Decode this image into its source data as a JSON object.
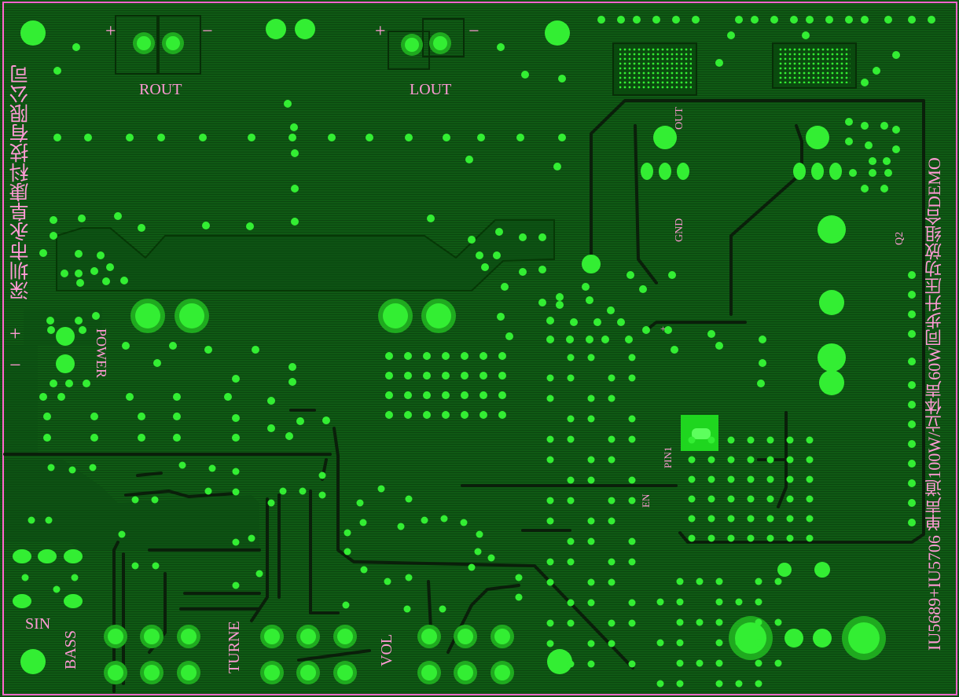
{
  "board": {
    "labels": {
      "rout": "ROUT",
      "lout": "LOUT",
      "power": "POWER",
      "sin": "SIN",
      "bass": "BASS",
      "turne": "TURNE",
      "vol": "VOL",
      "out": "OUT",
      "gnd": "GND",
      "q2": "Q2",
      "pin1": "PIN1",
      "en": "EN",
      "plus": "+",
      "minus": "−",
      "plus_small": "+"
    },
    "titles": {
      "company": "深圳市永阜康科技有限公司",
      "product": "IU5689+IU5706 单声道100W/立体声60W同步升压功放组合DEMO"
    },
    "colors": {
      "copper": "#0f5a14",
      "pad": "#33ee33",
      "pad_ring": "#1faa1f",
      "trace": "#0a1f0a",
      "silkscreen": "#ff9ad5",
      "outline": "#ff66cc"
    }
  }
}
